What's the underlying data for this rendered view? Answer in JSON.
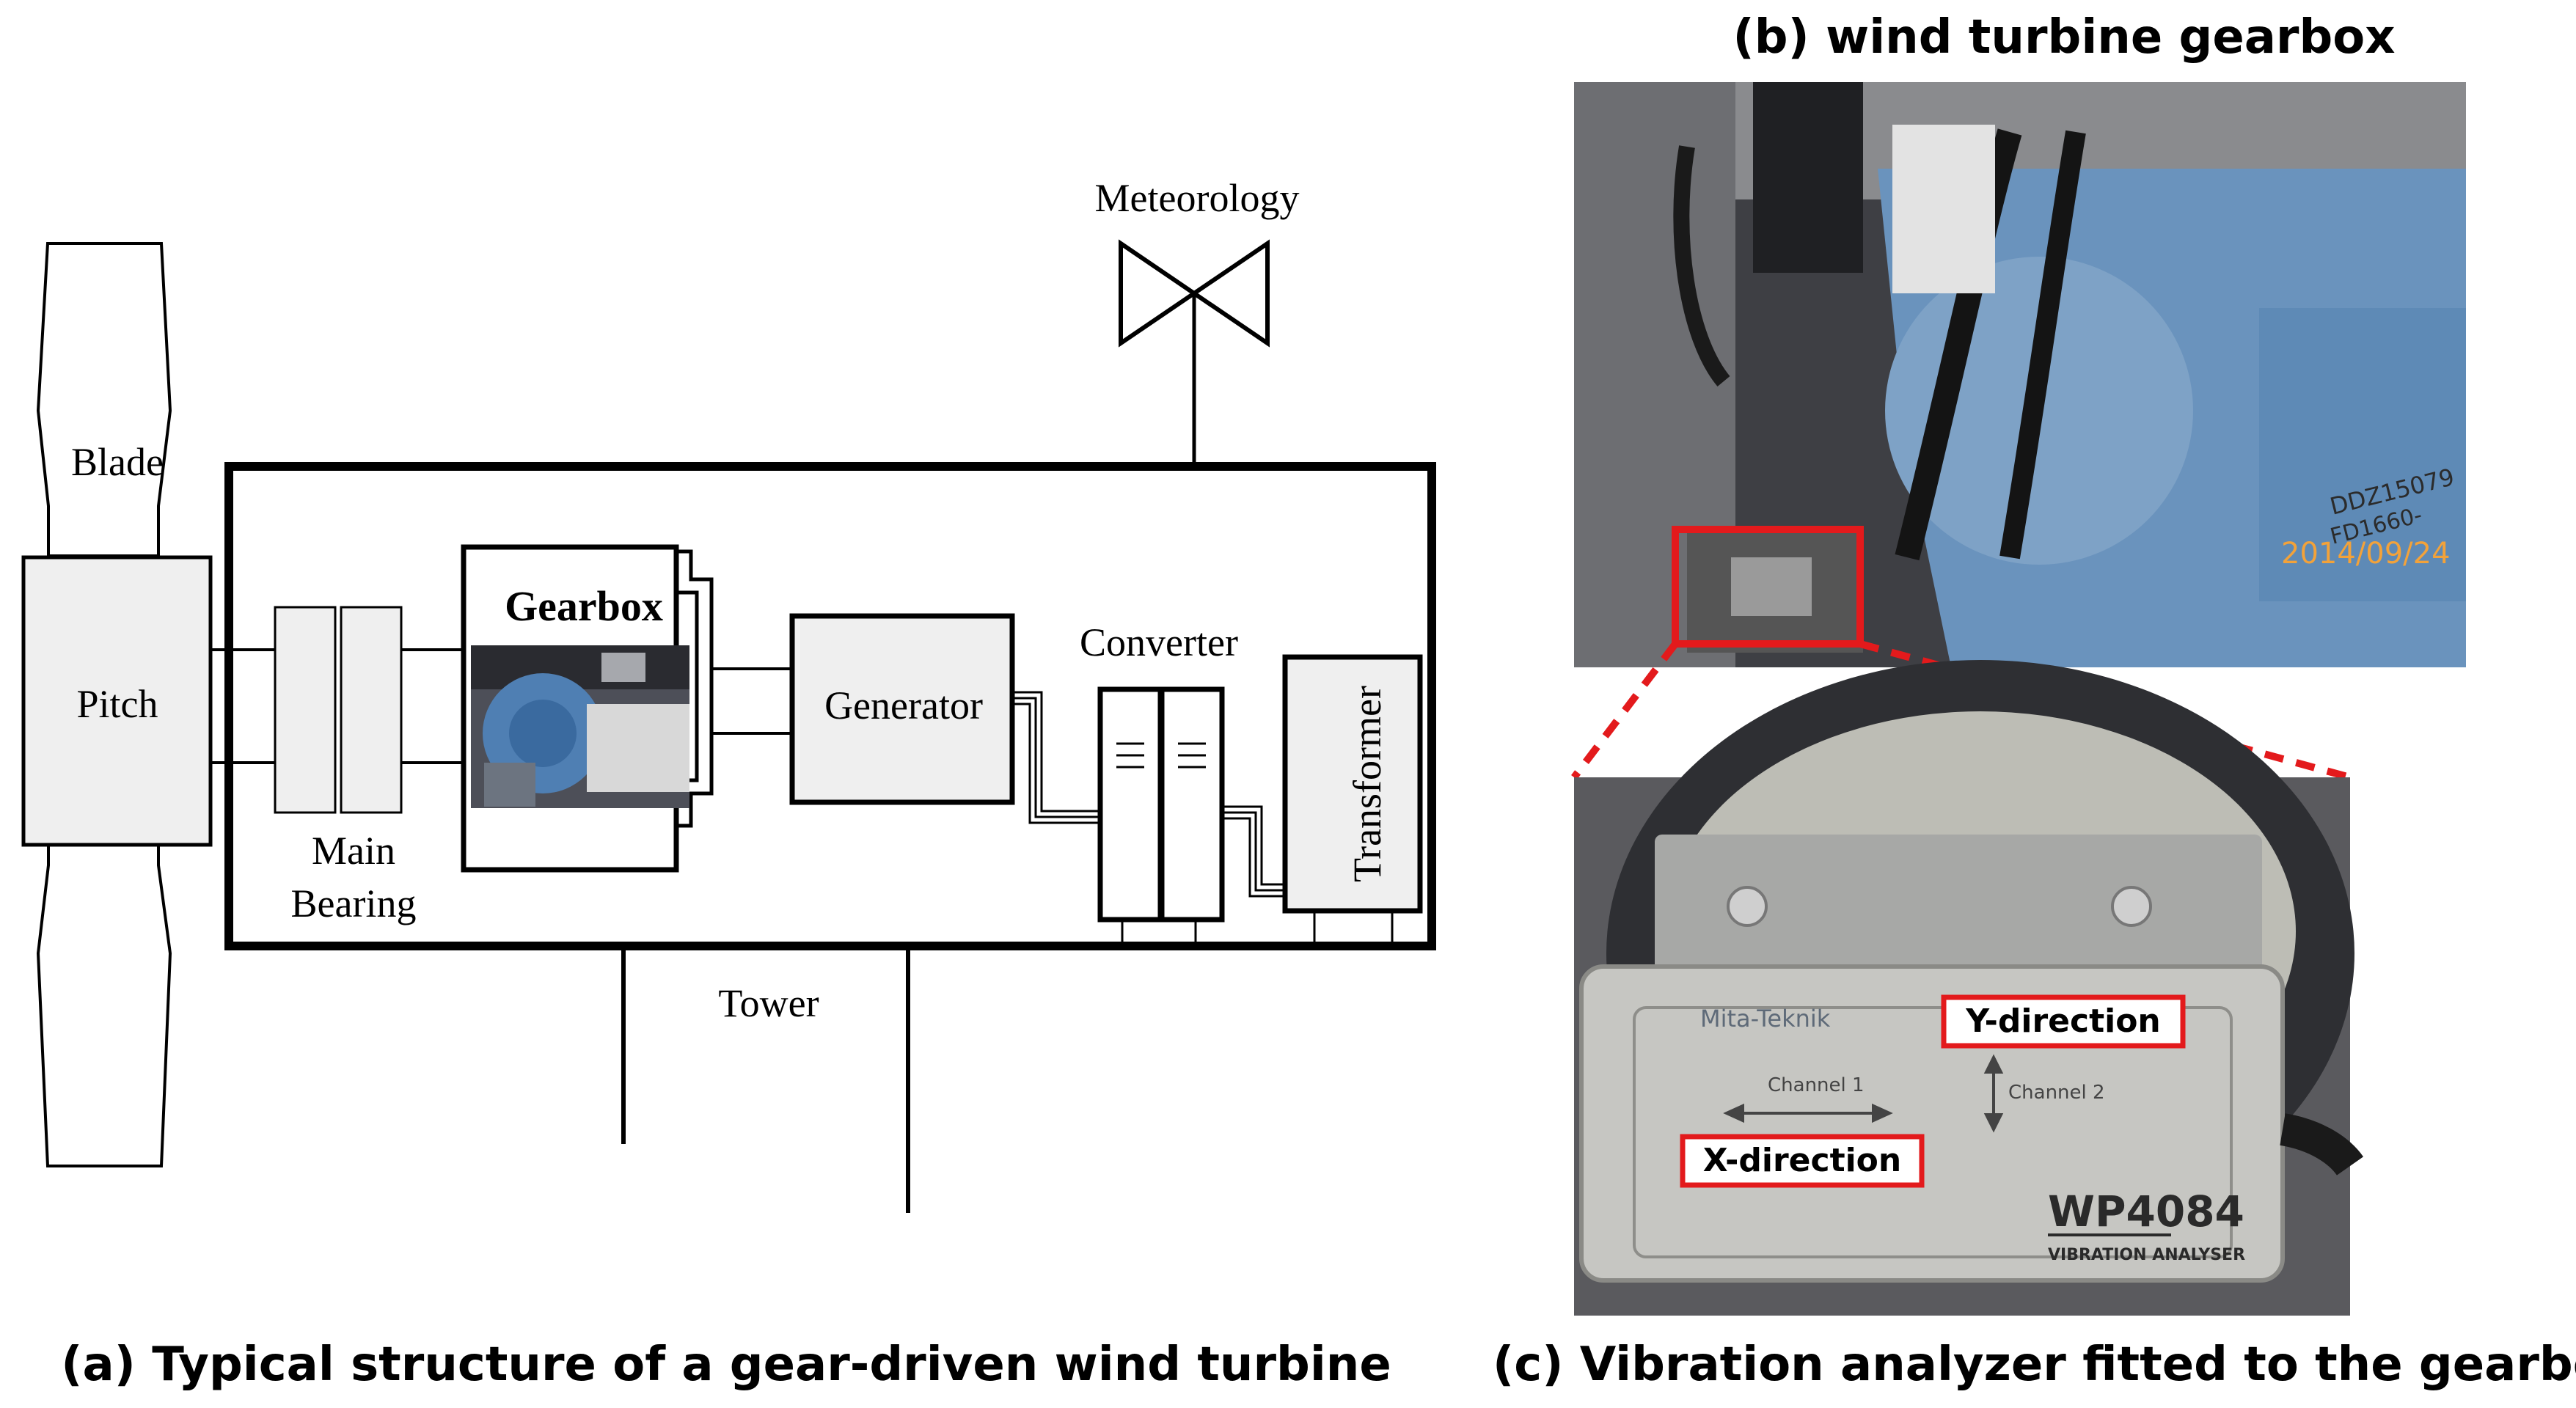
{
  "captions": {
    "a": "(a) Typical structure of a gear-driven wind turbine",
    "b": "(b)  wind turbine gearbox",
    "c": "(c) Vibration analyzer fitted to the gearbox"
  },
  "diagram": {
    "blade": "Blade",
    "pitch": "Pitch",
    "main_bearing_line1": "Main",
    "main_bearing_line2": "Bearing",
    "gearbox": "Gearbox",
    "generator": "Generator",
    "converter": "Converter",
    "transformer": "Transformer",
    "meteorology": "Meteorology",
    "tower": "Tower"
  },
  "photo_b": {
    "timestamp": "2014/09/24",
    "plate_text_1": "DDZ15079",
    "plate_text_2": "FD1660-"
  },
  "photo_c": {
    "brand": "Mita-Teknik",
    "channel1": "Channel 1",
    "channel2": "Channel 2",
    "model": "WP4084",
    "model_sub": "VIBRATION ANALYSER",
    "y_direction": "Y-direction",
    "x_direction": "X-direction"
  },
  "colors": {
    "highlight_red": "#e31a1c",
    "timestamp_orange": "#f2a23a",
    "component_fill": "#efefef",
    "gearbox_blue": "#5b86b4"
  }
}
